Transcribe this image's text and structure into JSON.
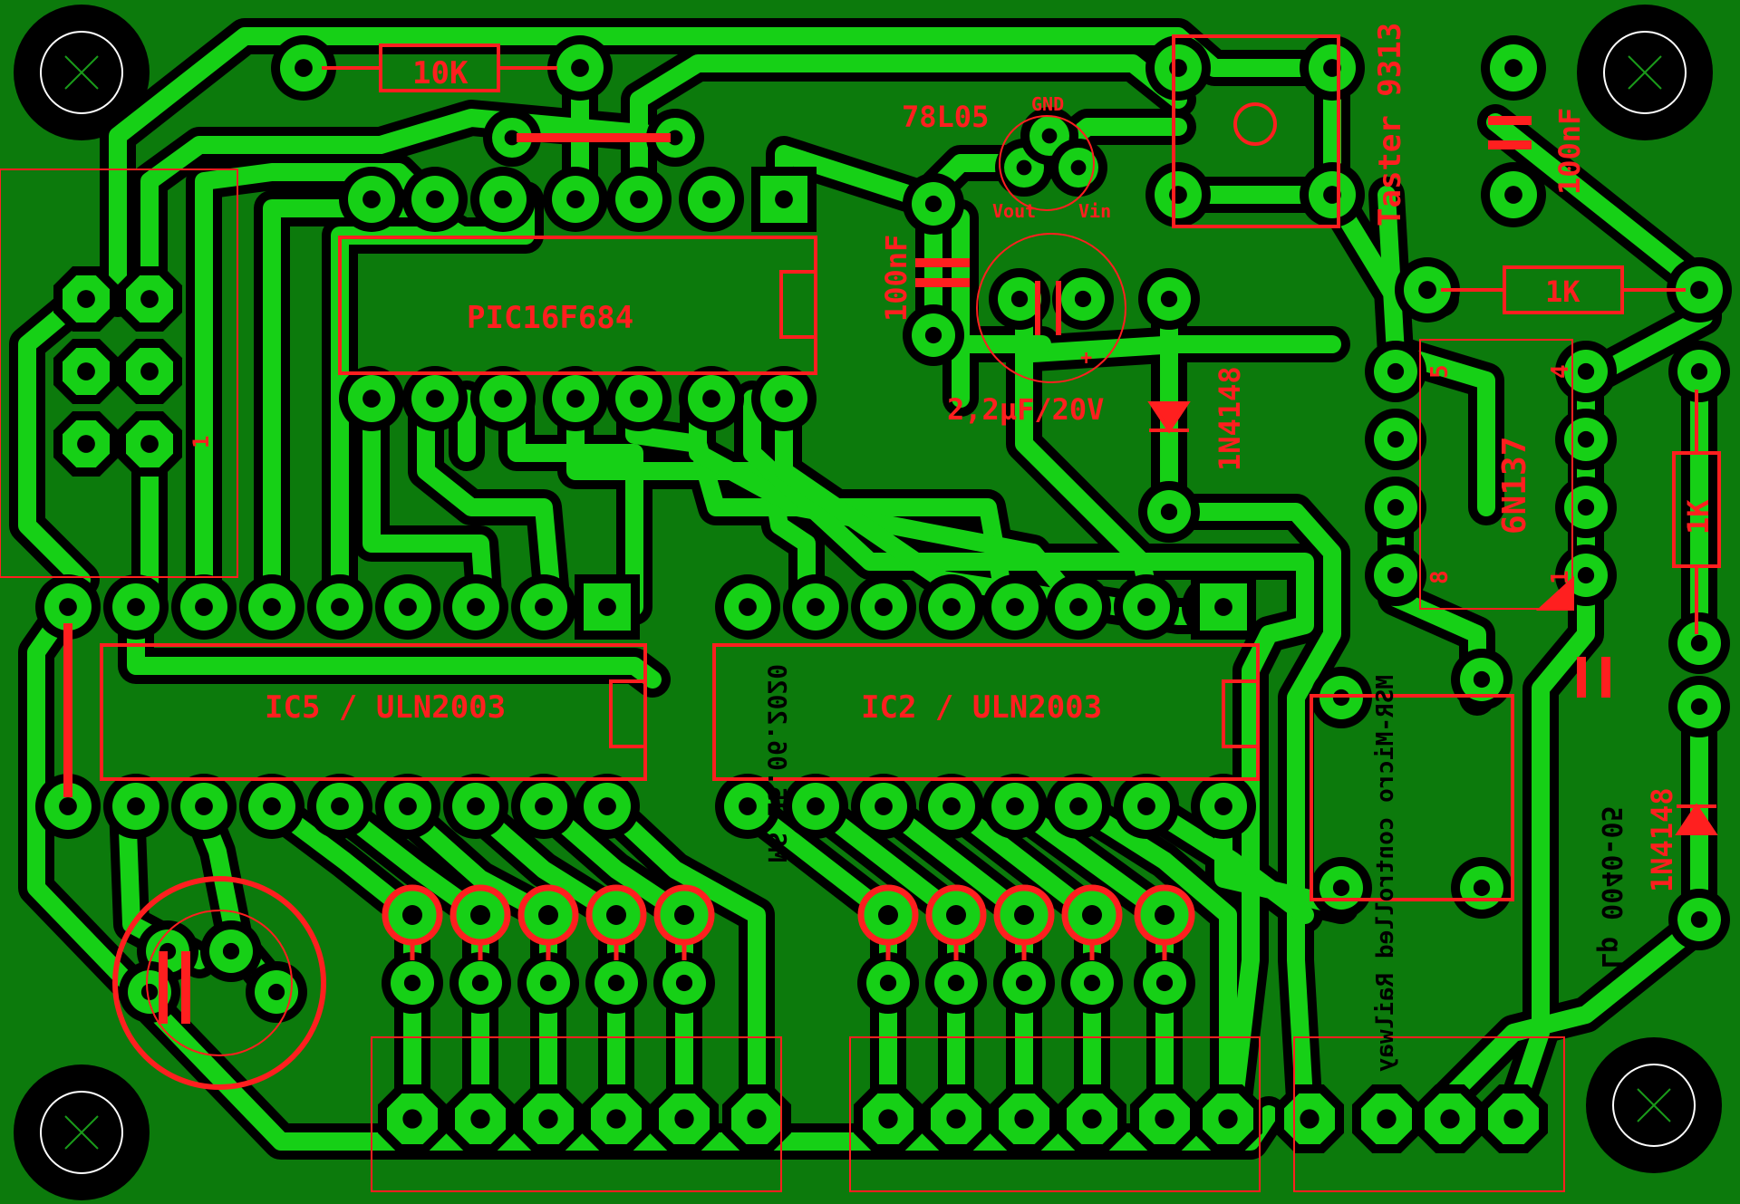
{
  "colors": {
    "board": "#0c7a0c",
    "copper": "#16d016",
    "copper_dark": "#0fb00f",
    "clearance": "#000000",
    "silk": "#ff1f1f",
    "pad_hole": "#000000"
  },
  "labels": {
    "r_10k": "10K",
    "pic": "PIC16F684",
    "vreg": "78L05",
    "vreg_gnd": "GND",
    "vreg_vout": "Vout",
    "vreg_vin": "Vin",
    "cap_100nf_a": "100nF",
    "cap_100nf_b": "100nF",
    "cap_elco": "2,2µF/20V",
    "plus_mark": "+",
    "diode_a": "1N4148",
    "diode_b": "1N4148",
    "taster": "Taster 9313",
    "r_1k_top": "1K",
    "r_1k_side": "1K",
    "optocoupler": "6N137",
    "pin5": "5",
    "pin4": "4",
    "pin8": "8",
    "pin1": "1",
    "header_pin1": "1",
    "ic5": "IC5 / ULN2003",
    "ic2": "IC2 / ULN2003",
    "copper_date": "MS 25.06.2020",
    "copper_title": "MSR-Micro controlled Railway",
    "copper_lp": "Lp 0040-05"
  }
}
